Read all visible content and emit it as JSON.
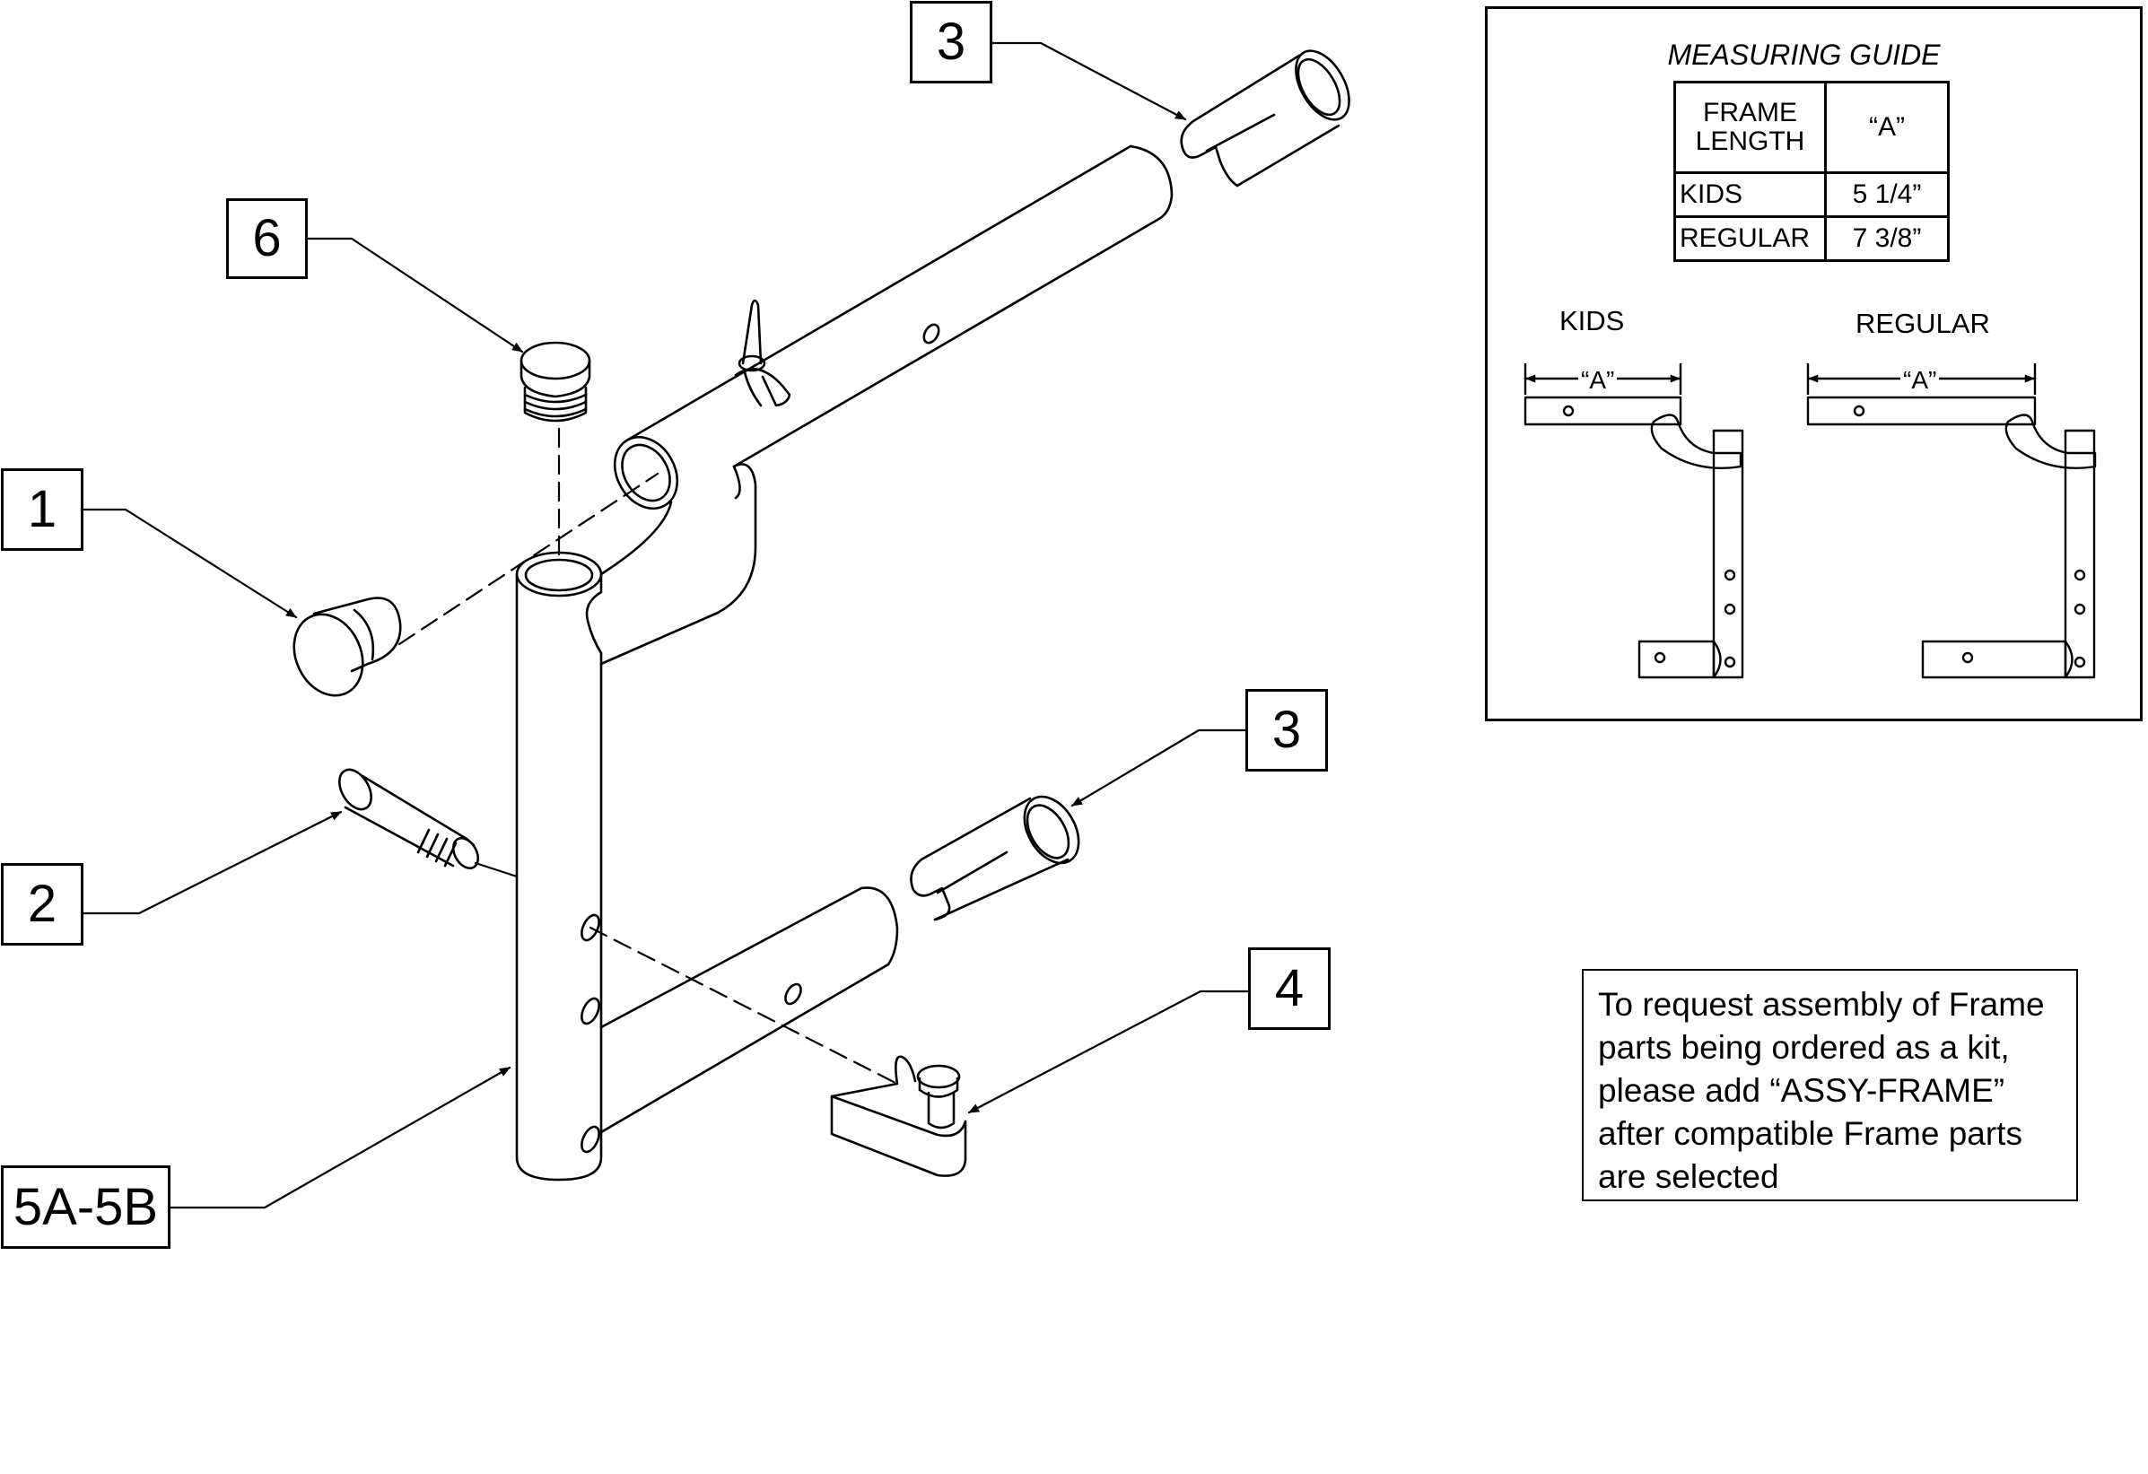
{
  "callouts": [
    {
      "id": "6",
      "label": "6"
    },
    {
      "id": "3-top",
      "label": "3"
    },
    {
      "id": "1",
      "label": "1"
    },
    {
      "id": "2",
      "label": "2"
    },
    {
      "id": "3-bottom",
      "label": "3"
    },
    {
      "id": "4",
      "label": "4"
    },
    {
      "id": "5",
      "label": "5A-5B"
    }
  ],
  "measuring_guide": {
    "title": "MEASURING GUIDE",
    "header": {
      "col1": "FRAME LENGTH",
      "col2": "“A”"
    },
    "rows": [
      {
        "frame": "KIDS",
        "a": "5 1/4”"
      },
      {
        "frame": "REGULAR",
        "a": "7 3/8”"
      }
    ],
    "kids_label": "KIDS",
    "regular_label": "REGULAR",
    "dimension_label": "“A”"
  },
  "note": "To request assembly of Frame parts being ordered as a kit, please add “ASSY-FRAME” after compatible Frame parts are selected"
}
